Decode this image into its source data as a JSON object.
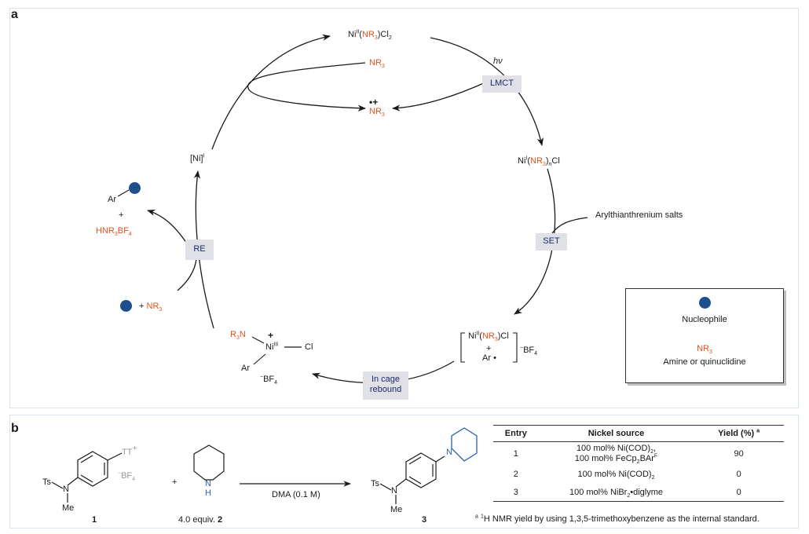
{
  "panel_a": {
    "letter": "a",
    "complex_top": {
      "ni": "Ni",
      "ox": "II",
      "open": "(",
      "nr3": "NR",
      "sub3": "3",
      "close": ")Cl",
      "sub2": "2"
    },
    "nr3_top": {
      "nr": "NR",
      "sub": "3"
    },
    "radical_cation": {
      "mark": "•+",
      "nr": "NR",
      "sub": "3"
    },
    "hv": "hν",
    "lmct": "LMCT",
    "complex_right": {
      "ni": "Ni",
      "ox": "I",
      "open": "(",
      "nr3": "NR",
      "sub3": "3",
      "close": ")",
      "n": "n",
      "cl": "Cl"
    },
    "aryl_salts": "Arylthianthrenium salts",
    "set": "SET",
    "ni_i": {
      "ni": "[Ni]",
      "ox": "I"
    },
    "product_ar": "Ar",
    "plus": "+",
    "hnr3bf4": {
      "pre": "HNR",
      "sub3": "3",
      "post": "BF",
      "sub4": "4"
    },
    "re": "RE",
    "nuc_plus_amine": {
      "plus": "+",
      "nr": "NR",
      "sub": "3"
    },
    "ni_iii": {
      "r3n": "R",
      "sub3": "3",
      "n": "N",
      "charge": "+",
      "ni": "Ni",
      "ox": "III",
      "cl": "Cl",
      "ar": "Ar",
      "bf4_neg": "−",
      "bf4": "BF",
      "sub4": "4"
    },
    "in_cage": {
      "line1": "In cage",
      "line2": "rebound"
    },
    "bracket_complex": {
      "ni": "Ni",
      "ox": "II",
      "open": "(",
      "nr3": "NR",
      "sub3": "3",
      "close": ")Cl",
      "plus": "+",
      "ar": "Ar",
      "radical": "•",
      "neg": "−",
      "bf4": "BF",
      "sub4": "4"
    },
    "legend": {
      "nucleophile": "Nucleophile",
      "nr3": "NR",
      "sub3": "3",
      "amine": "Amine or quinuclidine"
    }
  },
  "panel_b": {
    "letter": "b",
    "reactant1": {
      "ts": "Ts",
      "n": "N",
      "me": "Me",
      "tt": "TT",
      "tt_charge": "+",
      "bf4_neg": "−",
      "bf4": "BF",
      "sub4": "4",
      "label": "1"
    },
    "plus": "+",
    "reactant2": {
      "nh": "N",
      "h": "H",
      "equiv": "4.0 equiv.",
      "label": "2"
    },
    "conditions": "DMA (0.1 M)",
    "product": {
      "ts": "Ts",
      "n": "N",
      "me": "Me",
      "pip_n": "N",
      "label": "3"
    },
    "table": {
      "headers": [
        "Entry",
        "Nickel source",
        "Yield (%)"
      ],
      "yield_sup": "a",
      "rows": [
        {
          "entry": "1",
          "source_line1": "100 mol% Ni(COD)",
          "source_line1_sub": "2",
          "source_line1_end": ",",
          "source_line2": "100 mol% FeCp",
          "source_line2_sub": "2",
          "source_line2_mid": "BAr",
          "source_line2_sup": "F",
          "yield": "90"
        },
        {
          "entry": "2",
          "source": "100 mol% Ni(COD)",
          "source_sub": "2",
          "yield": "0"
        },
        {
          "entry": "3",
          "source": "100 mol% NiBr",
          "source_sub": "2",
          "source_end": "•diglyme",
          "yield": "0"
        }
      ],
      "footnote": {
        "a": "a",
        "one": "1",
        "text": "H NMR yield by using 1,3,5-trimethoxybenzene as the internal standard."
      }
    }
  },
  "colors": {
    "amine": "#e0531f",
    "nucleophile": "#1f4e8c",
    "box_bg": "#dfe1e6",
    "box_text": "#1d2a6b",
    "bond_blue": "#2a62ad"
  }
}
